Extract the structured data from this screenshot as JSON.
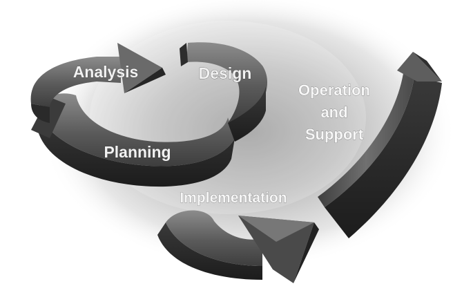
{
  "diagram": {
    "stages": {
      "analysis": "Analysis",
      "design": "Design",
      "planning": "Planning",
      "implementation": "Implementation",
      "operation_line1": "Operation",
      "operation_line2": "and",
      "operation_line3": "Support"
    }
  }
}
